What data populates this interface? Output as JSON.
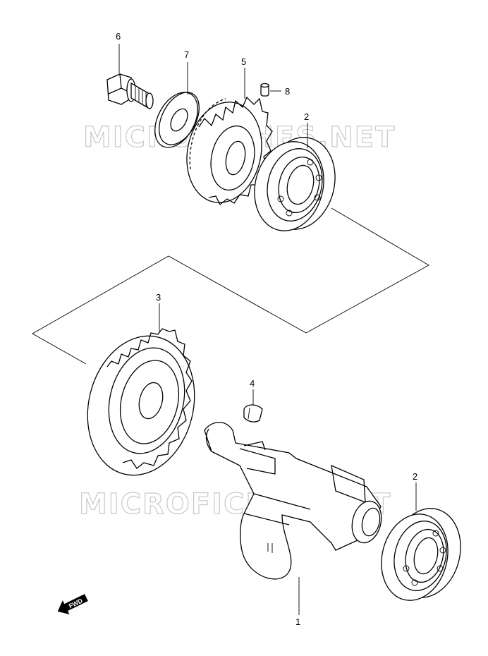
{
  "watermark": {
    "top": "MICROFICHES.NET",
    "bottom": "MICROFICHES.NET"
  },
  "callouts": {
    "bolt": "6",
    "washer": "7",
    "gear_small": "5",
    "pin": "8",
    "bearing_top": "2",
    "gear_large": "3",
    "key": "4",
    "bearing_bottom": "2",
    "shaft": "1"
  },
  "fwd_badge": "FWD"
}
